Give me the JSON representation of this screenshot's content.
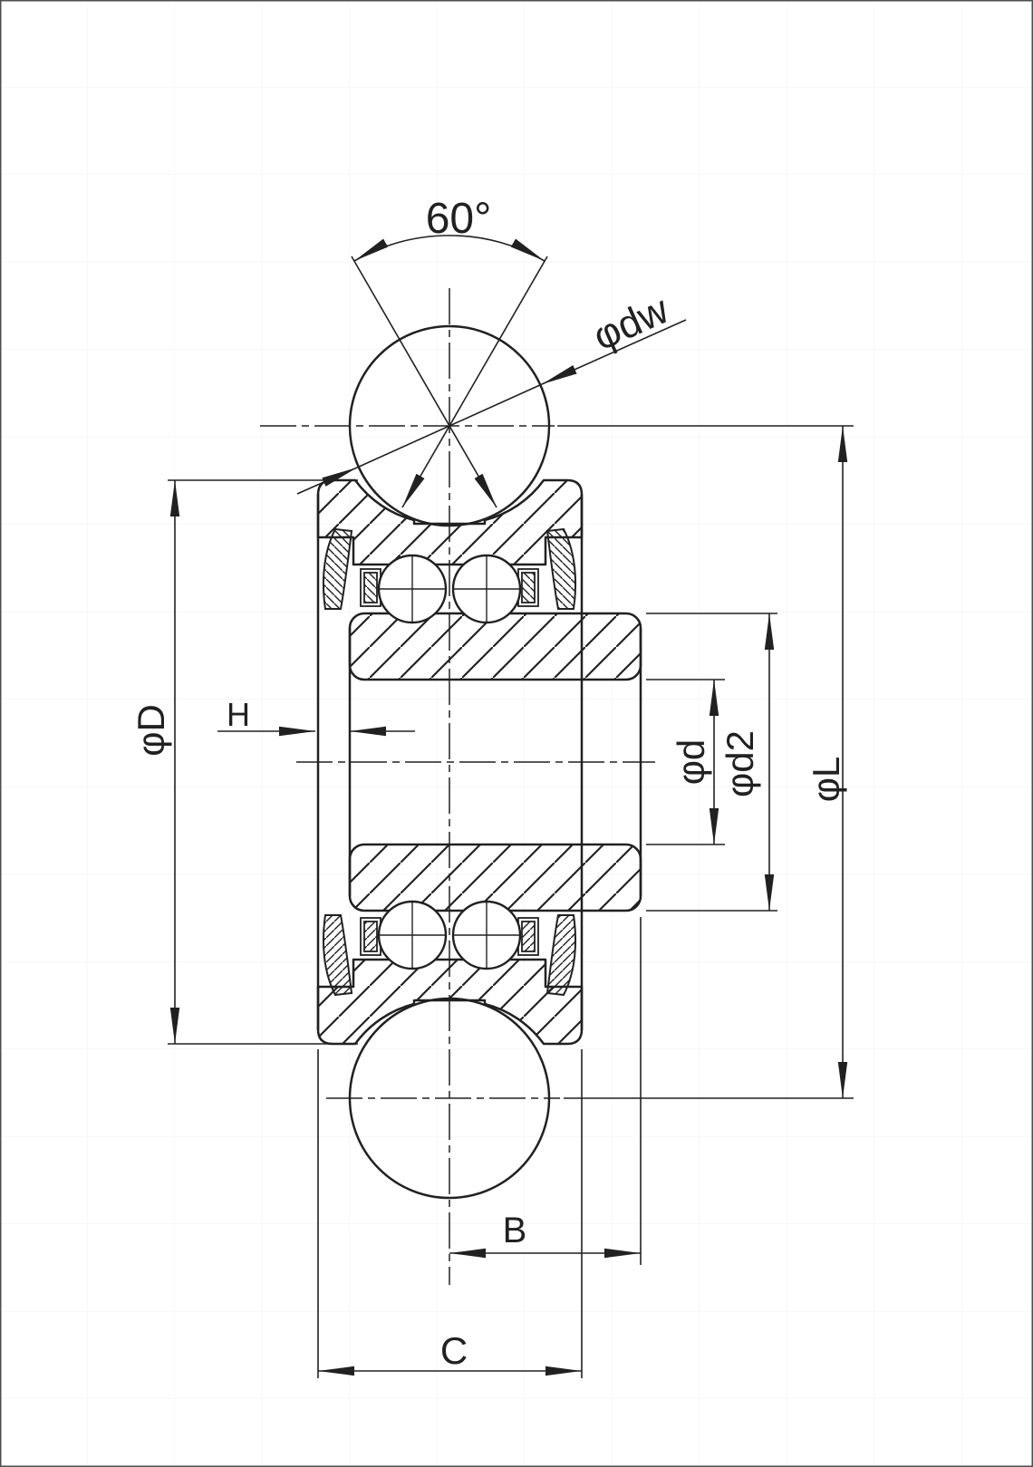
{
  "page": {
    "background": "#ffffff",
    "border_color": "#4f4f4f",
    "grid_color": "#f3f3f3",
    "line_color": "#212121",
    "description": "Technical cross-section drawing of a guide-wheel track-roller bearing with gothic-arch groove riding on round rails"
  },
  "drawing": {
    "dimensions": {
      "groove_angle": "60°",
      "rail_diameter": "φdw",
      "outer_diameter": "φD",
      "recess_width": "H",
      "bore_diameter": "φd",
      "sleeve_outer_diameter": "φd2",
      "overall_diameter": "φL",
      "width_b": "B",
      "width_c": "C"
    }
  }
}
